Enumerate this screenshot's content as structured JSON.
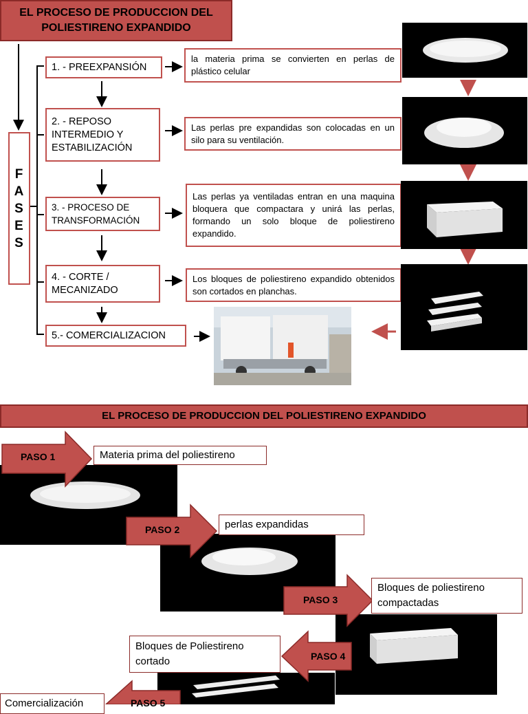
{
  "top": {
    "title_line1": "EL PROCESO DE PRODUCCION DEL",
    "title_line2": "POLIESTIRENO EXPANDIDO",
    "fases_letters": [
      "F",
      "A",
      "S",
      "E",
      "S"
    ],
    "phases": [
      {
        "line1": "1. - PREEXPANSIÓN",
        "line2": "",
        "line3": ""
      },
      {
        "line1": "2. - REPOSO",
        "line2": "INTERMEDIO Y",
        "line3": "ESTABILIZACIÓN"
      },
      {
        "line1": "3. - PROCESO DE",
        "line2": "TRANSFORMACIÓN",
        "line3": ""
      },
      {
        "line1": "4. - CORTE /",
        "line2": "MECANIZADO",
        "line3": ""
      },
      {
        "line1": "5.- COMERCIALIZACION",
        "line2": "",
        "line3": ""
      }
    ],
    "descriptions": [
      "la materia prima se convierten en perlas de plástico celular",
      "Las perlas pre expandidas  son colocadas en un silo para su ventilación.",
      "Las perlas ya ventiladas  entran en una maquina bloquera que compactara y unirá las perlas,  formando un solo bloque de poliestireno expandido.",
      "Los bloques de poliestireno expandido obtenidos son  cortados en planchas."
    ]
  },
  "bottom": {
    "title": "EL PROCESO DE PRODUCCION DEL POLIESTIRENO EXPANDIDO",
    "steps": [
      {
        "paso": "PASO 1",
        "label": "Materia prima del poliestireno"
      },
      {
        "paso": "PASO 2",
        "label": "perlas expandidas"
      },
      {
        "paso": "PASO 3",
        "label": "Bloques de poliestireno compactadas"
      },
      {
        "paso": "PASO 4",
        "label": "Bloques de Poliestireno cortado"
      },
      {
        "paso": "PASO 5",
        "label": "Comercialización"
      }
    ]
  },
  "colors": {
    "accent": "#c0504d",
    "accent_dark": "#8b2a28",
    "arrow_red": "#c0504d"
  }
}
